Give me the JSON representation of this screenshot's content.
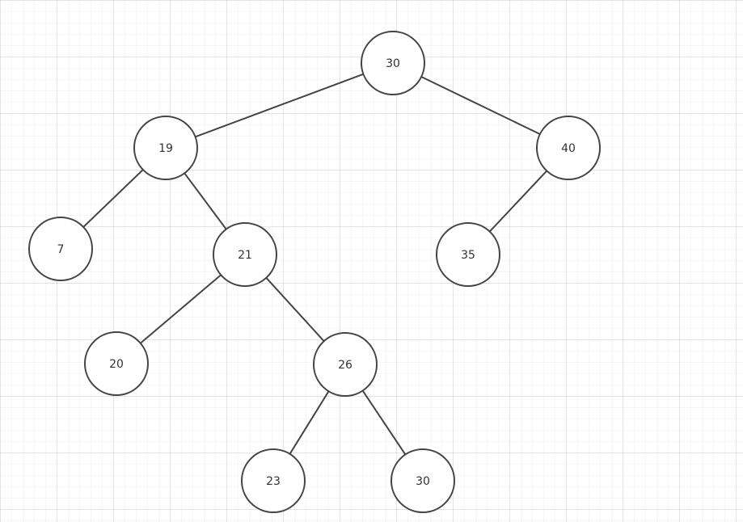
{
  "colors": {
    "stroke": "#444444",
    "node_fill": "#ffffff",
    "text": "#333333"
  },
  "tree": {
    "nodes": [
      {
        "id": "n30root",
        "label": "30"
      },
      {
        "id": "n19",
        "label": "19"
      },
      {
        "id": "n40",
        "label": "40"
      },
      {
        "id": "n7",
        "label": "7"
      },
      {
        "id": "n21",
        "label": "21"
      },
      {
        "id": "n35",
        "label": "35"
      },
      {
        "id": "n20",
        "label": "20"
      },
      {
        "id": "n26",
        "label": "26"
      },
      {
        "id": "n23",
        "label": "23"
      },
      {
        "id": "n30leaf",
        "label": "30"
      }
    ],
    "edges": [
      [
        "n30root",
        "n19"
      ],
      [
        "n30root",
        "n40"
      ],
      [
        "n19",
        "n7"
      ],
      [
        "n19",
        "n21"
      ],
      [
        "n40",
        "n35"
      ],
      [
        "n21",
        "n20"
      ],
      [
        "n21",
        "n26"
      ],
      [
        "n26",
        "n23"
      ],
      [
        "n26",
        "n30leaf"
      ]
    ]
  }
}
